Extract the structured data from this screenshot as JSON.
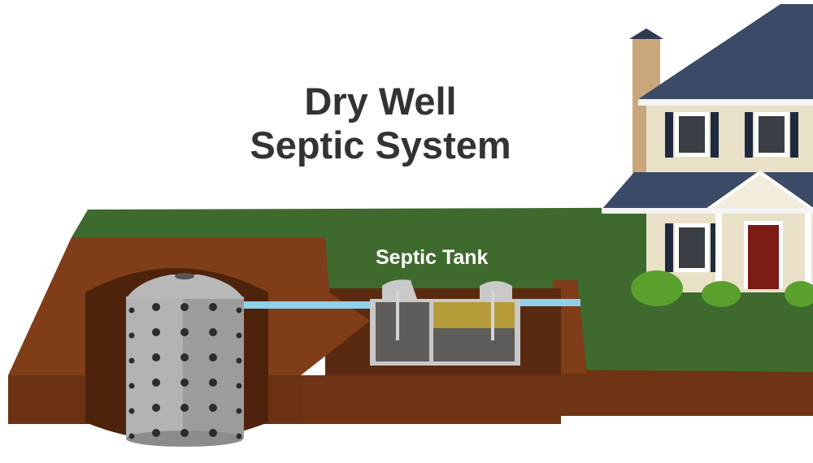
{
  "title": {
    "line1": "Dry Well",
    "line2": "Septic System"
  },
  "labels": {
    "septic_tank": "Septic Tank"
  },
  "colors": {
    "grass": "#3f6a2e",
    "soil": "#7a3a17",
    "soil_dark": "#4e230c",
    "pipe": "#8fd0ea",
    "concrete": "#a9a9a9",
    "roof": "#3b4a66",
    "siding": "#e8e1c8",
    "door": "#7a1b14",
    "title_text": "#333333"
  }
}
